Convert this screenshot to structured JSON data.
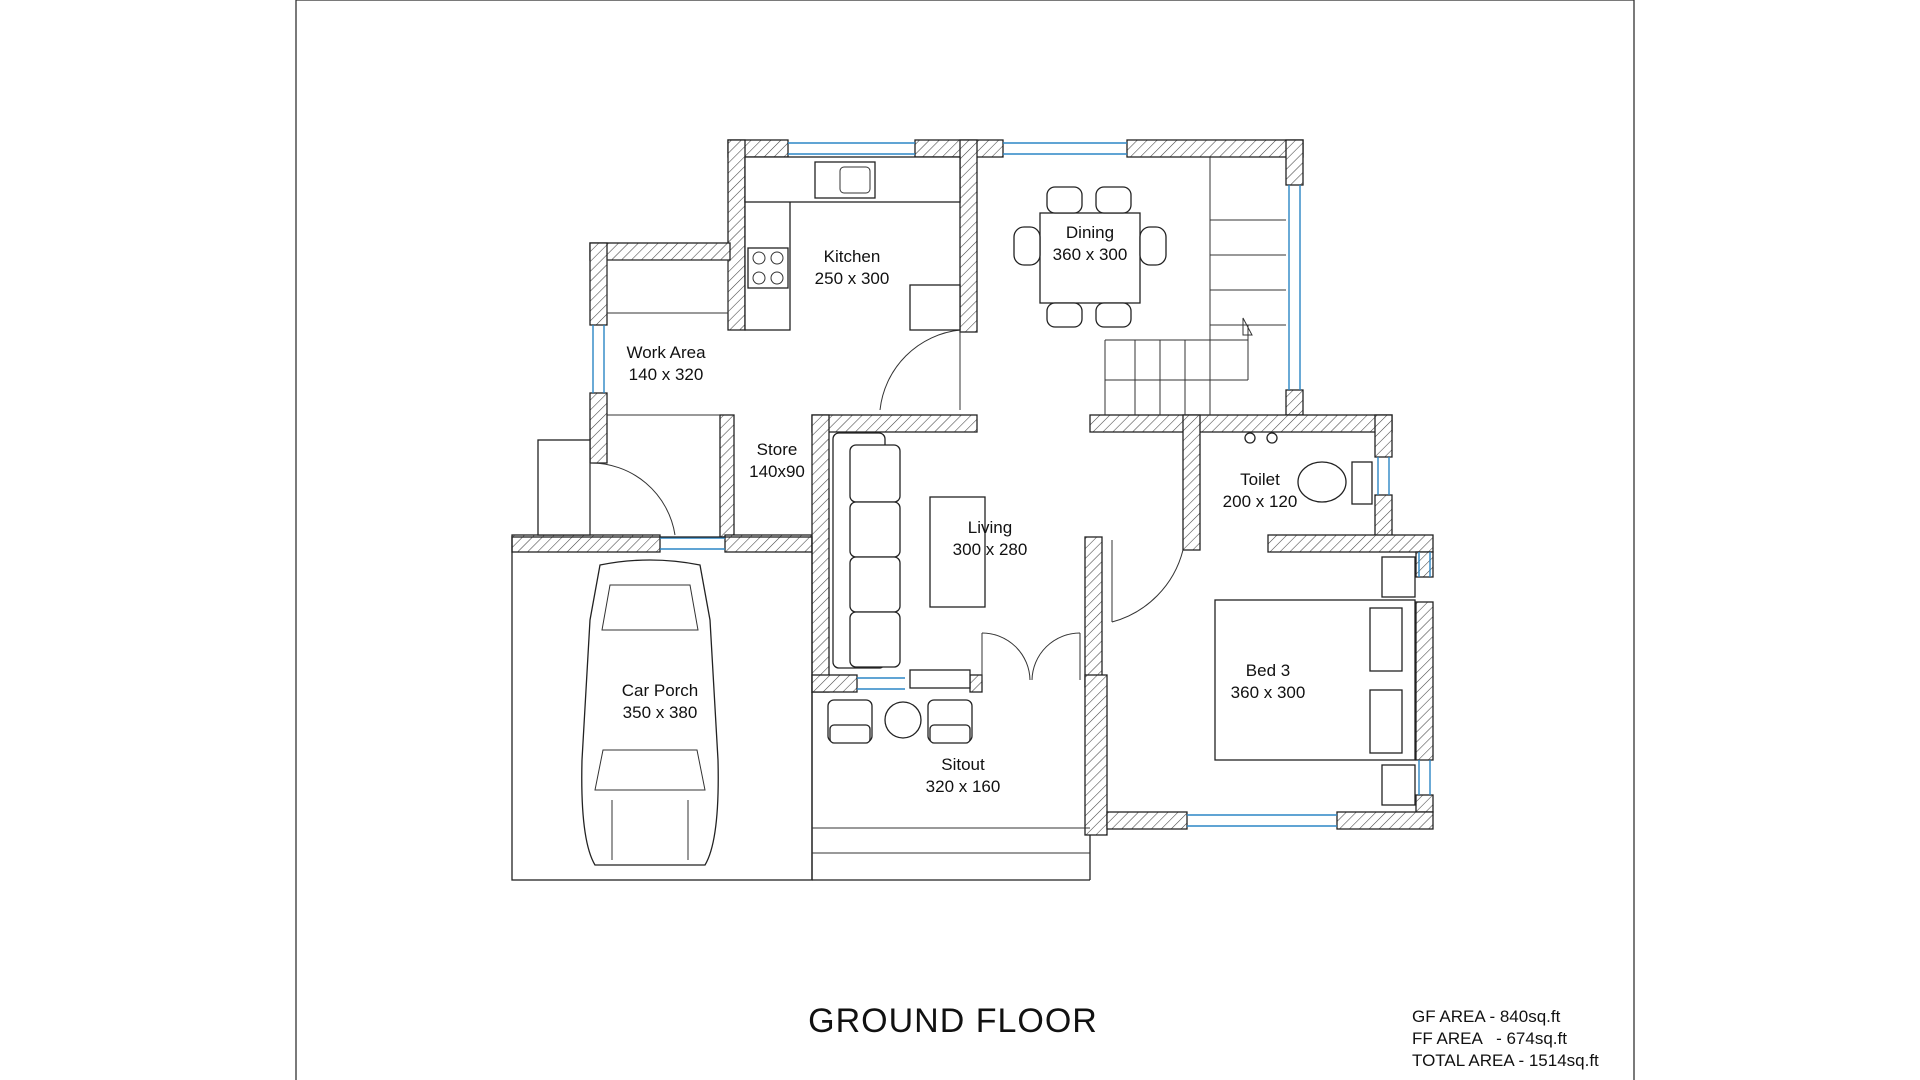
{
  "rooms": {
    "kitchen": {
      "name": "Kitchen",
      "size": "250 x 300"
    },
    "dining": {
      "name": "Dining",
      "size": "360 x 300"
    },
    "work_area": {
      "name": "Work Area",
      "size": "140 x 320"
    },
    "store": {
      "name": "Store",
      "size": "140x90"
    },
    "living": {
      "name": "Living",
      "size": "300 x 280"
    },
    "toilet": {
      "name": "Toilet",
      "size": "200 x 120"
    },
    "bed3": {
      "name": "Bed 3",
      "size": "360 x 300"
    },
    "car_porch": {
      "name": "Car Porch",
      "size": "350 x 380"
    },
    "sitout": {
      "name": "Sitout",
      "size": "320 x 160"
    }
  },
  "title": "GROUND FLOOR",
  "areas": {
    "gf": "GF AREA - 840sq.ft",
    "ff": "FF AREA   - 674sq.ft",
    "total": "TOTAL AREA - 1514sq.ft"
  },
  "colors": {
    "window": "#2b86c5",
    "line": "#222222"
  }
}
